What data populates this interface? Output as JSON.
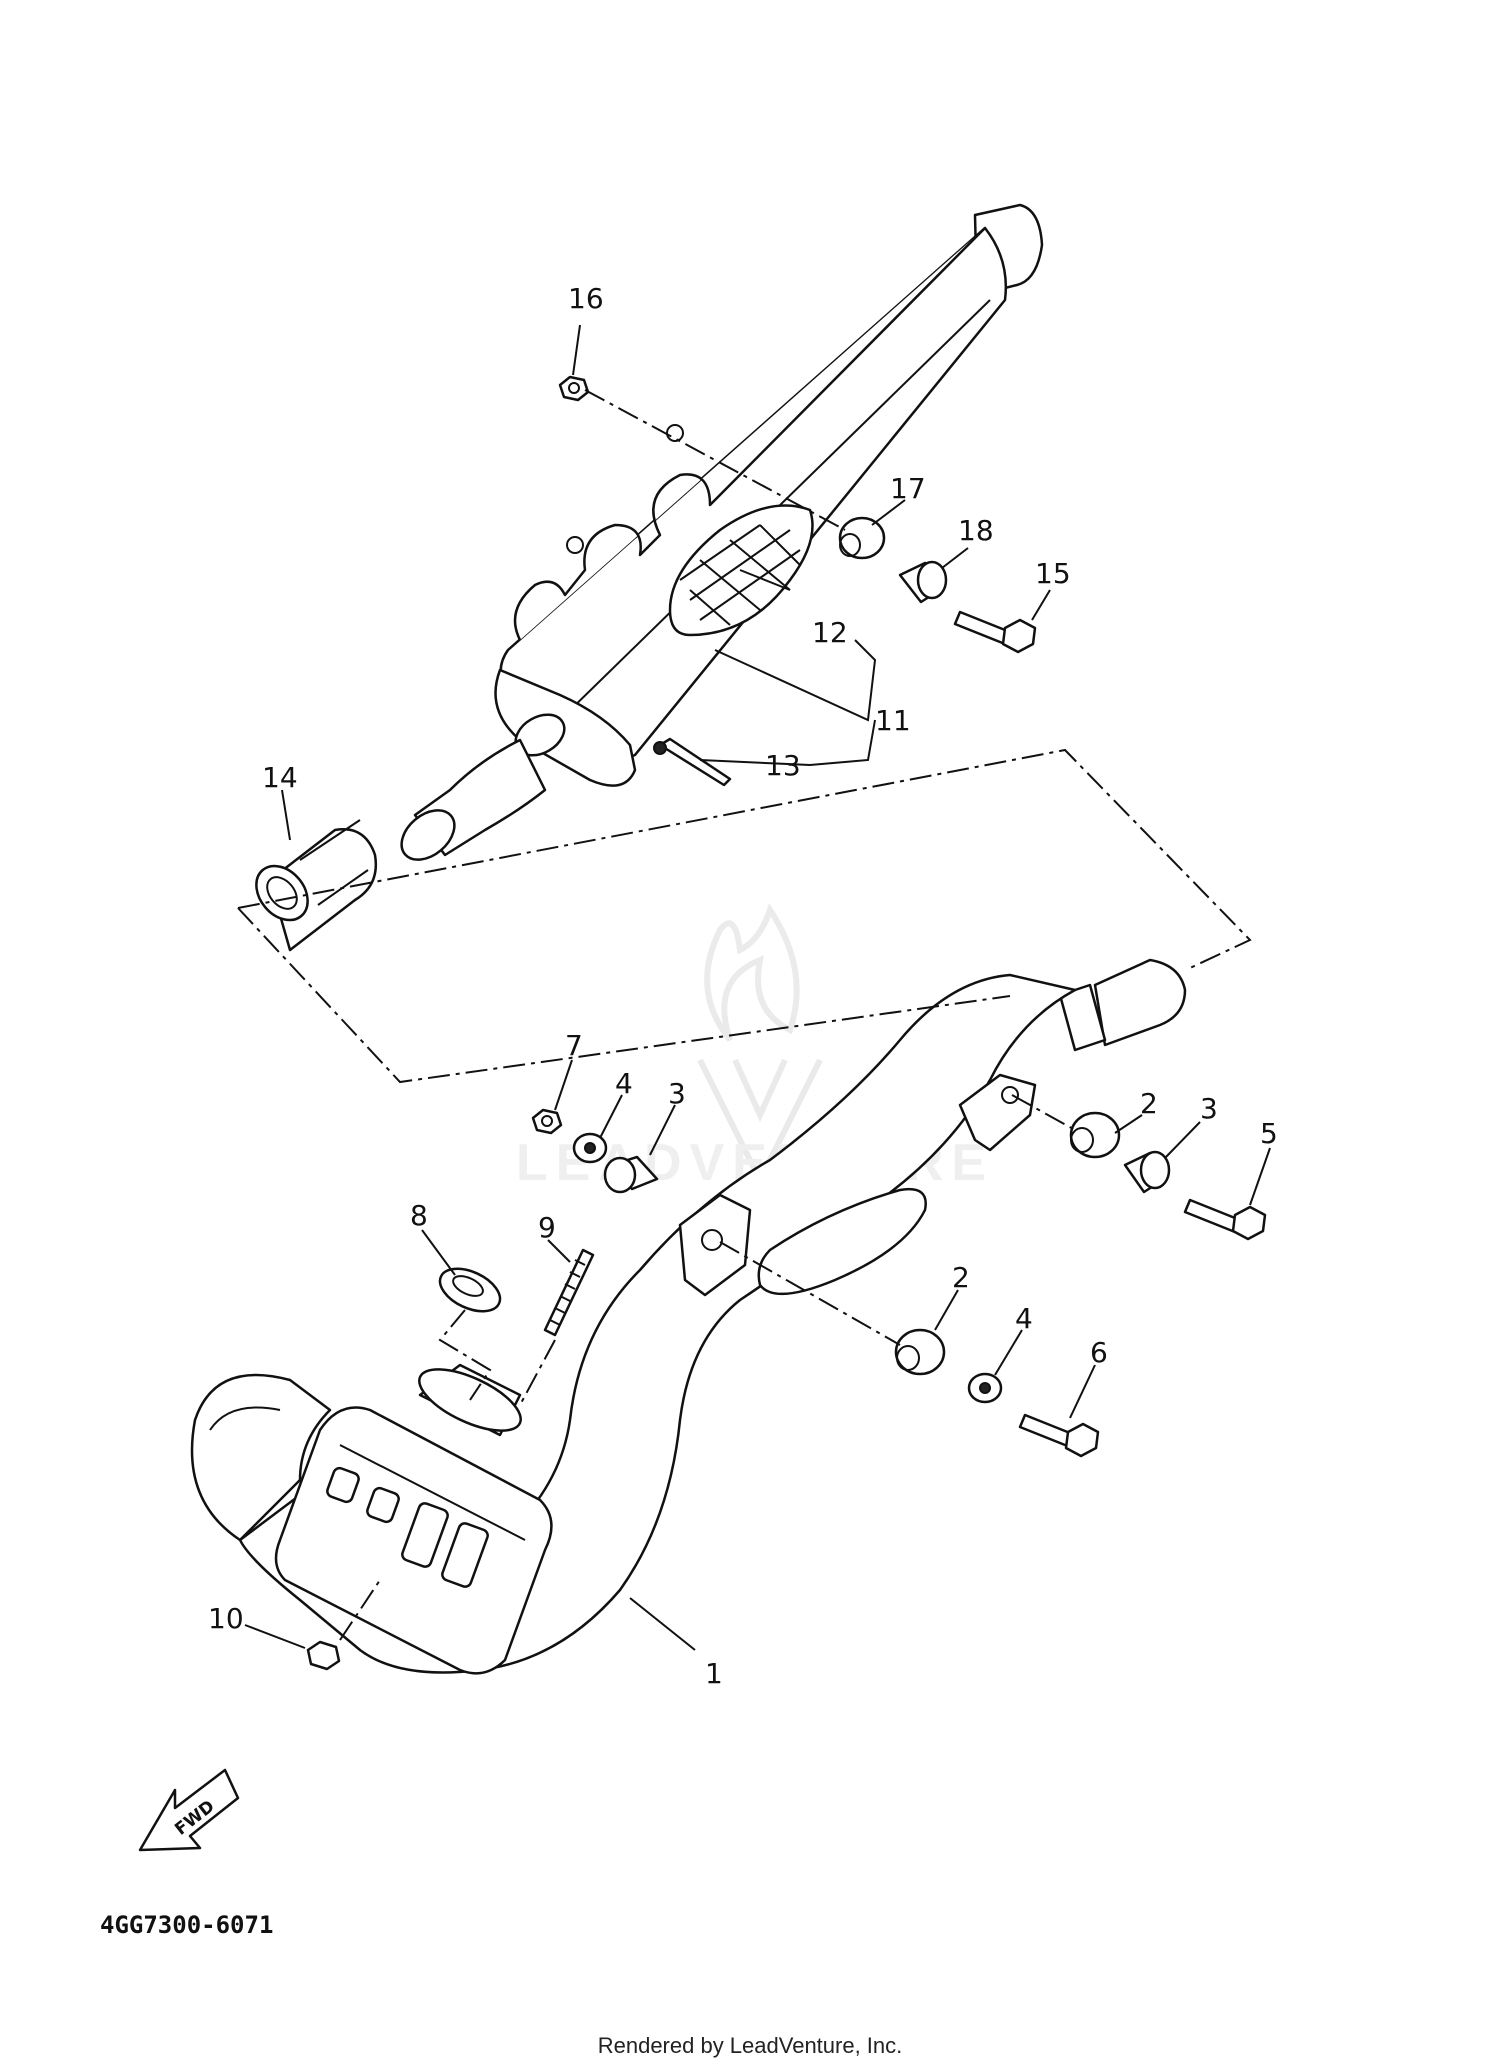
{
  "diagram": {
    "part_number": "4GG7300-6071",
    "footer": "Rendered by LeadVenture, Inc.",
    "watermark": "LEADVENTURE",
    "fwd_label": "FWD",
    "callouts": [
      {
        "id": "c1",
        "label": "1"
      },
      {
        "id": "c2a",
        "label": "2"
      },
      {
        "id": "c2b",
        "label": "2"
      },
      {
        "id": "c3a",
        "label": "3"
      },
      {
        "id": "c3b",
        "label": "3"
      },
      {
        "id": "c4a",
        "label": "4"
      },
      {
        "id": "c4b",
        "label": "4"
      },
      {
        "id": "c5",
        "label": "5"
      },
      {
        "id": "c6",
        "label": "6"
      },
      {
        "id": "c7",
        "label": "7"
      },
      {
        "id": "c8",
        "label": "8"
      },
      {
        "id": "c9",
        "label": "9"
      },
      {
        "id": "c10",
        "label": "10"
      },
      {
        "id": "c11",
        "label": "11"
      },
      {
        "id": "c12",
        "label": "12"
      },
      {
        "id": "c13",
        "label": "13"
      },
      {
        "id": "c14",
        "label": "14"
      },
      {
        "id": "c15",
        "label": "15"
      },
      {
        "id": "c16",
        "label": "16"
      },
      {
        "id": "c17",
        "label": "17"
      },
      {
        "id": "c18",
        "label": "18"
      }
    ]
  }
}
